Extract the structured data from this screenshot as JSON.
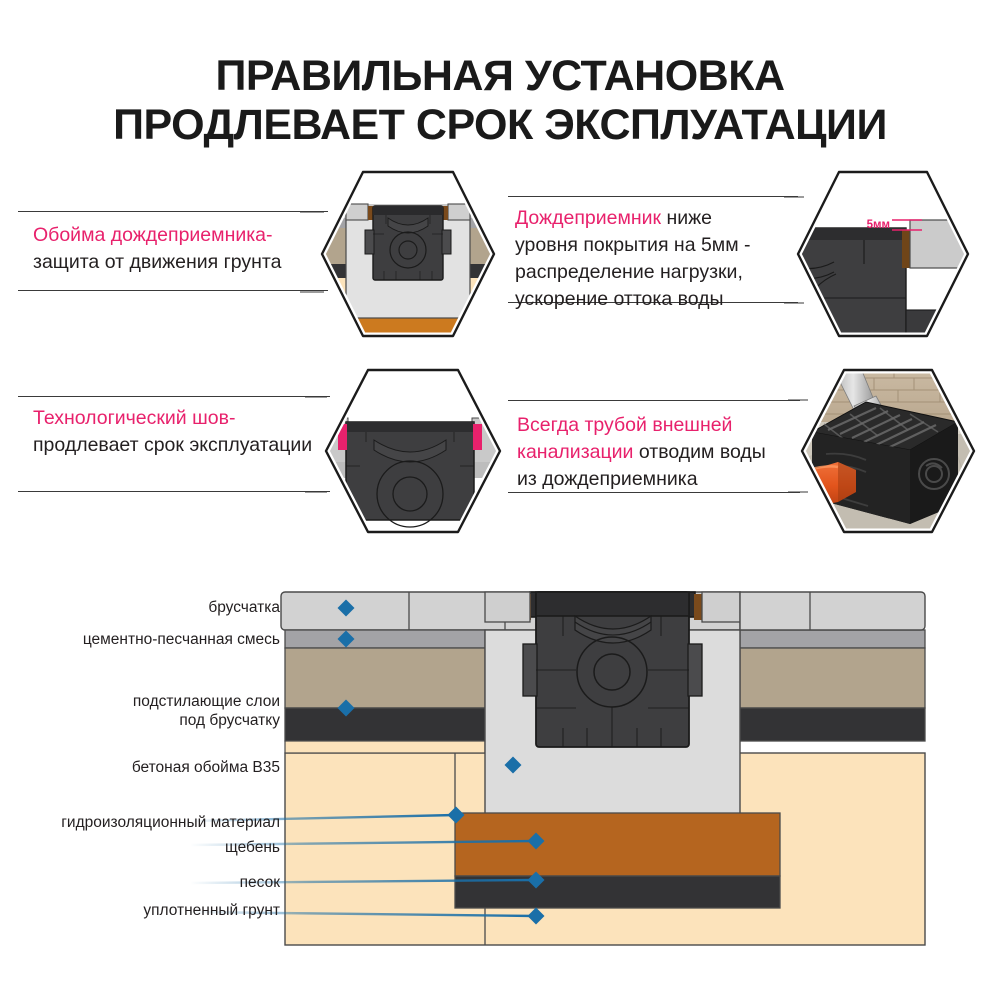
{
  "title": {
    "line1": "ПРАВИЛЬНАЯ УСТАНОВКА",
    "line2": "ПРОДЛЕВАЕТ СРОК ЭКСПЛУАТАЦИИ"
  },
  "colors": {
    "accent_pink": "#e8216c",
    "text_dark": "#231f20",
    "leader_blue": "#1a6fa8",
    "paving": "#d2d2d2",
    "cement": "#a3a3a6",
    "bedding": "#b2a48d",
    "dark_layer": "#333335",
    "concrete_casing": "#dcdcdc",
    "soil": "#fce3bb",
    "gravel_brown": "#b5651f",
    "drain_body": "#3e3e40",
    "hex_orange": "#cc7a1f"
  },
  "callouts": [
    {
      "id": "casing",
      "highlight": "Обойма дождеприемника-",
      "rest": "защита от движения грунта"
    },
    {
      "id": "below-level",
      "highlight": "Дождеприемник",
      "rest": " ниже уровня покрытия на 5мм - распределение нагрузки, ускорение оттока воды"
    },
    {
      "id": "expansion-joint",
      "highlight": "Технологический шов-",
      "rest": "продлевает срок эксплуатации"
    },
    {
      "id": "external-sewer",
      "highlight": "Всегда трубой внешней канализации",
      "rest": " отводим воды из дождеприемника"
    }
  ],
  "hexagons": [
    {
      "id": "hex-casing",
      "type": "diagram",
      "caption": ""
    },
    {
      "id": "hex-below-level",
      "type": "diagram",
      "measure_label": "5мм"
    },
    {
      "id": "hex-joint",
      "type": "diagram",
      "caption": ""
    },
    {
      "id": "hex-photo",
      "type": "photo",
      "caption": ""
    }
  ],
  "section": {
    "labels": [
      {
        "id": "pavers",
        "text": "брусчатка"
      },
      {
        "id": "cement-sand-mix",
        "text": "цементно-песчанная смесь"
      },
      {
        "id": "bedding-layers",
        "text": "подстилающие слои\nпод брусчатку"
      },
      {
        "id": "concrete-casing",
        "text": "бетоная обойма B35"
      },
      {
        "id": "waterproofing",
        "text": "гидроизоляционный материал"
      },
      {
        "id": "crushed-stone",
        "text": "щебень"
      },
      {
        "id": "sand",
        "text": "песок"
      },
      {
        "id": "compacted-soil",
        "text": "уплотненный грунт"
      }
    ]
  }
}
